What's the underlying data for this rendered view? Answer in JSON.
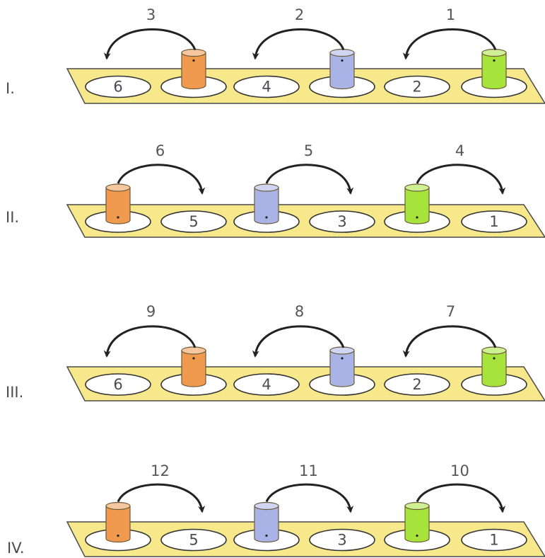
{
  "diagram": {
    "colors": {
      "tray": "#f7e88c",
      "tray_stroke": "#4a4a4a",
      "slot_fill": "#ffffff",
      "arrow": "#222222",
      "orange": "#ef9a4e",
      "blue": "#a9b3e6",
      "green": "#a6e33b"
    },
    "rows": [
      {
        "label": "I.",
        "slots": [
          "6",
          "",
          "4",
          "",
          "2",
          ""
        ],
        "cups": [
          {
            "slot": 1,
            "color": "orange"
          },
          {
            "slot": 3,
            "color": "blue"
          },
          {
            "slot": 5,
            "color": "green"
          }
        ],
        "moves": [
          {
            "number": "3",
            "from": 1,
            "to": 0
          },
          {
            "number": "2",
            "from": 3,
            "to": 2
          },
          {
            "number": "1",
            "from": 5,
            "to": 4
          }
        ]
      },
      {
        "label": "II.",
        "slots": [
          "",
          "5",
          "",
          "3",
          "",
          "1"
        ],
        "cups": [
          {
            "slot": 0,
            "color": "orange"
          },
          {
            "slot": 2,
            "color": "blue"
          },
          {
            "slot": 4,
            "color": "green"
          }
        ],
        "moves": [
          {
            "number": "6",
            "from": 0,
            "to": 1
          },
          {
            "number": "5",
            "from": 2,
            "to": 3
          },
          {
            "number": "4",
            "from": 4,
            "to": 5
          }
        ]
      },
      {
        "label": "III.",
        "slots": [
          "6",
          "",
          "4",
          "",
          "2",
          ""
        ],
        "cups": [
          {
            "slot": 1,
            "color": "orange"
          },
          {
            "slot": 3,
            "color": "blue"
          },
          {
            "slot": 5,
            "color": "green"
          }
        ],
        "moves": [
          {
            "number": "9",
            "from": 1,
            "to": 0
          },
          {
            "number": "8",
            "from": 3,
            "to": 2
          },
          {
            "number": "7",
            "from": 5,
            "to": 4
          }
        ]
      },
      {
        "label": "IV.",
        "slots": [
          "",
          "5",
          "",
          "3",
          "",
          "1"
        ],
        "cups": [
          {
            "slot": 0,
            "color": "orange"
          },
          {
            "slot": 2,
            "color": "blue"
          },
          {
            "slot": 4,
            "color": "green"
          }
        ],
        "moves": [
          {
            "number": "12",
            "from": 0,
            "to": 1
          },
          {
            "number": "11",
            "from": 2,
            "to": 3
          },
          {
            "number": "10",
            "from": 4,
            "to": 5
          }
        ]
      }
    ]
  }
}
